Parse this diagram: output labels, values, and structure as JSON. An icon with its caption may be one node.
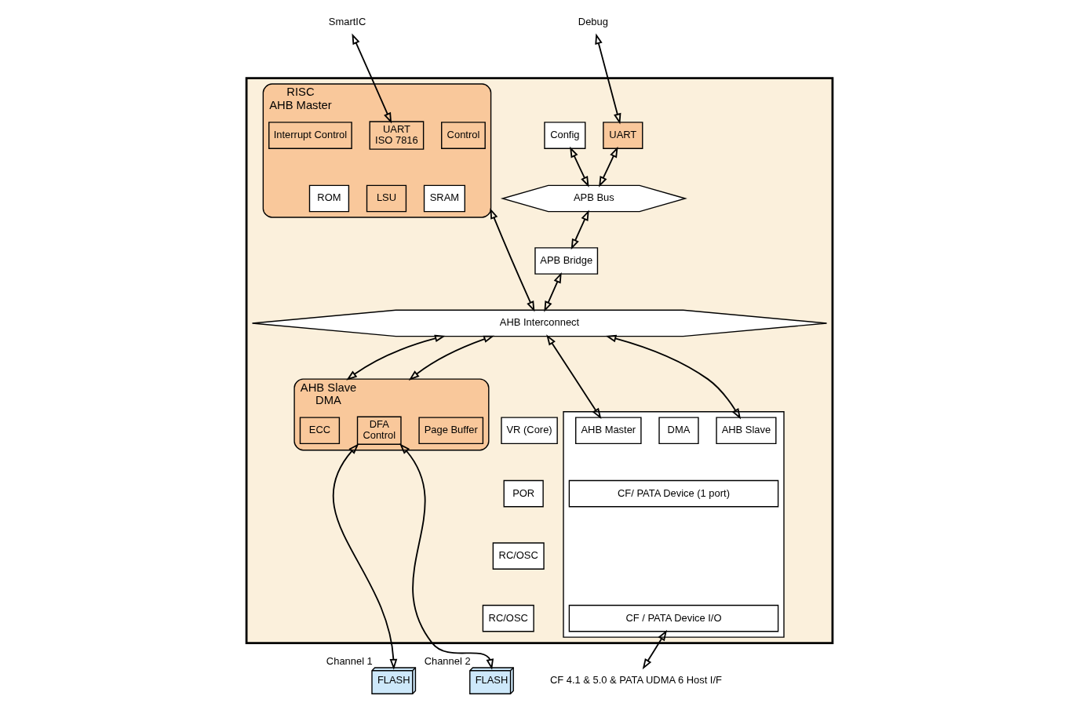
{
  "diagram": {
    "nodes": [
      {
        "text": [],
        "shape": "box"
      },
      {
        "text": [
          "RISC",
          "AHB Master"
        ],
        "in": 0
      },
      {
        "text": [
          "Control"
        ],
        "in": 1
      },
      {
        "text": [
          "Interrupt Control"
        ],
        "in": 1
      },
      {
        "text": [
          "UART",
          "ISO 7816"
        ],
        "in": 1
      },
      {
        "text": [
          "SRAM"
        ],
        "in": 1
      },
      {
        "text": [
          "ROM"
        ],
        "in": 1
      },
      {
        "text": [
          "LSU"
        ],
        "in": 1
      },
      {
        "text": [
          "UART"
        ],
        "in": 0
      },
      {
        "text": [
          "Config"
        ],
        "in": 0
      },
      {
        "text": [
          "APB Bus"
        ],
        "in": 0
      },
      {
        "text": [
          "APB Bridge"
        ],
        "in": 0
      },
      {
        "text": [
          "AHB Interconnect"
        ],
        "in": 0
      },
      {
        "text": [
          "AHB Slave",
          "DMA"
        ],
        "in": 0
      },
      {
        "text": [
          "ECC"
        ],
        "in": 13
      },
      {
        "text": [
          "DFA",
          "Control"
        ],
        "in": 13
      },
      {
        "text": [
          "Page Buffer"
        ],
        "in": 13
      },
      {
        "text": [],
        "shape": "box",
        "in": 0
      },
      {
        "text": [
          "DMA"
        ],
        "in": 17
      },
      {
        "text": [
          "AHB Master"
        ],
        "in": 17
      },
      {
        "text": [
          "AHB Slave"
        ],
        "in": 17
      },
      {
        "text": [
          "CF/ PATA Device (1 port)"
        ],
        "in": 17
      },
      {
        "text": [
          "CF / PATA Device I/O"
        ],
        "in": 17
      },
      {
        "text": [
          "VR (Core)"
        ],
        "in": 0
      },
      {
        "text": [
          "POR"
        ],
        "in": 0
      },
      {
        "text": [
          "RC/OSC"
        ],
        "in": 0
      },
      {
        "text": [
          "RC/OSC"
        ],
        "in": 0
      },
      {
        "text": [
          "FLASH"
        ],
        "beside": [
          "Channel 1"
        ]
      },
      {
        "text": [
          "FLASH"
        ],
        "beside": [
          "Channel 2"
        ]
      },
      {
        "text": [
          "SmartIC"
        ]
      },
      {
        "text": [
          "Debug"
        ]
      },
      {
        "text": [
          "CF 4.1 & 5.0 & PATA UDMA 6 Host I/F"
        ]
      }
    ],
    "edges": [
      {
        "from": 29,
        "to": 4,
        "arrow": "both"
      },
      {
        "from": 30,
        "to": 8,
        "arrow": "both"
      },
      {
        "from": 8,
        "to": 10,
        "arrow": "both"
      },
      {
        "from": 9,
        "to": 10,
        "arrow": "both"
      },
      {
        "from": 10,
        "to": 11,
        "arrow": "both"
      },
      {
        "from": 11,
        "to": 12,
        "arrow": "both"
      },
      {
        "from": 1,
        "to": 12,
        "arrow": "both"
      },
      {
        "from": 12,
        "to": 13,
        "arrow": "both"
      },
      {
        "from": 12,
        "to": 13,
        "arrow": "both"
      },
      {
        "from": 12,
        "to": 19,
        "arrow": "both"
      },
      {
        "from": 12,
        "to": 20,
        "arrow": "both"
      },
      {
        "from": 15,
        "to": 27,
        "arrow": "both"
      },
      {
        "from": 15,
        "to": 28,
        "arrow": "both"
      },
      {
        "from": 22,
        "to": 31,
        "arrow": "both"
      }
    ]
  }
}
